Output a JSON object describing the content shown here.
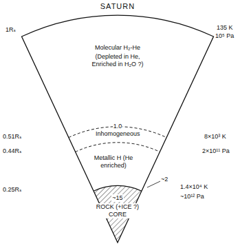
{
  "diagram": {
    "title": "SATURN",
    "nodes": [
      {
        "text": [
          "Molecular H₂-He",
          "(Depleted in He, Enriched in H₂O ?)"
        ]
      },
      {
        "text": [
          "Inhomogeneous"
        ]
      },
      {
        "text": [
          "Metallic H (He enriched)"
        ]
      },
      {
        "text": [
          "~15",
          "ROCK (+ICE ?) CORE"
        ]
      }
    ],
    "labels": [
      "1Rₛ",
      "135 K",
      "10⁵ Pa",
      "1.0",
      "0.51Rₛ",
      "8×10³ K",
      "0.44Rₛ",
      "2×10¹¹ Pa",
      "0.25Rₛ",
      "~2",
      "1.4×10⁴ K",
      "~10¹² Pa"
    ]
  }
}
